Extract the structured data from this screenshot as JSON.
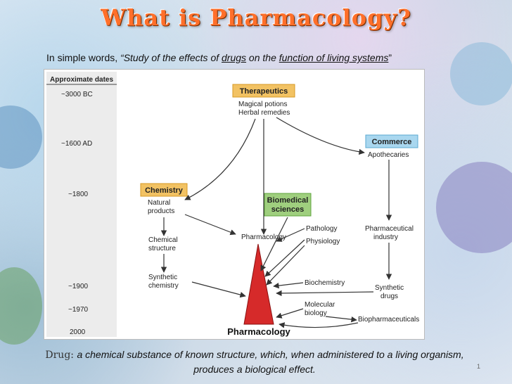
{
  "slide": {
    "title": "What is Pharmacology?",
    "subtitle": {
      "lead": "In simple words, ",
      "q1": "“Study of the effects of ",
      "drugs": "drugs",
      "mid": " on the ",
      "function": "function of living systems",
      "end": "”"
    },
    "footer": {
      "lead": "Drug: ",
      "definition": "a chemical substance of known structure, which, when administered to a living organism, produces a biological effect."
    },
    "slide_number": "1"
  },
  "diagram": {
    "dates_header": "Approximate dates",
    "dates": [
      "~3000 BC",
      "~1600 AD",
      "~1800",
      "~1900",
      "~1970",
      "2000"
    ],
    "boxes": {
      "therapeutics": "Therapeutics",
      "commerce": "Commerce",
      "chemistry": "Chemistry",
      "biomedical_1": "Biomedical",
      "biomedical_2": "sciences"
    },
    "labels": {
      "magical": "Magical potions",
      "herbal": "Herbal remedies",
      "apothecaries": "Apothecaries",
      "natural_1": "Natural",
      "natural_2": "products",
      "pharmacology_small": "Pharmacology",
      "pathology": "Pathology",
      "physiology": "Physiology",
      "pharm_ind_1": "Pharmaceutical",
      "pharm_ind_2": "industry",
      "chem_struct_1": "Chemical",
      "chem_struct_2": "structure",
      "synth_chem_1": "Synthetic",
      "synth_chem_2": "chemistry",
      "biochemistry": "Biochemistry",
      "synth_drugs_1": "Synthetic",
      "synth_drugs_2": "drugs",
      "mol_bio_1": "Molecular",
      "mol_bio_2": "biology",
      "biopharm": "Biopharmaceuticals",
      "pharmacology_big": "Pharmacology"
    },
    "colors": {
      "orange_box": "#f2c263",
      "blue_box": "#a9d7ef",
      "green_box": "#9fcf7e",
      "triangle": "#d62a2a",
      "timeline": "#ececec",
      "title": "#ff6f2a"
    }
  }
}
